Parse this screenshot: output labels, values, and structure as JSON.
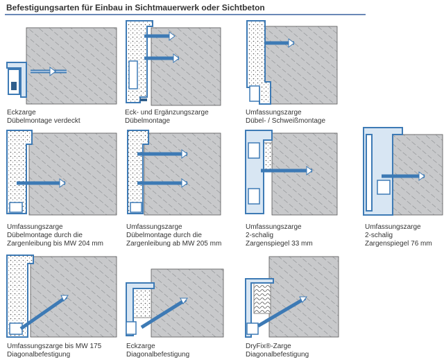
{
  "title": "Befestigungsarten für Einbau in Sichtmauerwerk oder Sichtbeton",
  "colors": {
    "accent": "#6a88b6",
    "frame_blue": "#3d7ab5",
    "frame_fill": "#d8e6f3",
    "wall_fill": "#c8c9cb",
    "hatch": "#8a8c8f"
  },
  "figures": [
    {
      "id": "eckzarge-duebel",
      "lines": [
        "Eckzarge",
        "Dübelmontage verdeckt"
      ]
    },
    {
      "id": "eck-ergaenzung",
      "lines": [
        "Eck- und Ergänzungszarge",
        "Dübelmontage"
      ]
    },
    {
      "id": "umfassung-schweiss",
      "lines": [
        "Umfassungszarge",
        "Dübel- / Schweißmontage"
      ]
    },
    {
      "id": "umfassung-204",
      "lines": [
        "Umfassungszarge",
        "Dübelmontage durch die",
        "Zargenleibung bis MW 204 mm"
      ]
    },
    {
      "id": "umfassung-205",
      "lines": [
        "Umfassungszarge",
        "Dübelmontage durch die",
        "Zargenleibung ab MW 205 mm"
      ]
    },
    {
      "id": "zweischalig-33",
      "lines": [
        "Umfassungszarge",
        "2-schalig",
        "Zargenspiegel 33 mm"
      ]
    },
    {
      "id": "zweischalig-76",
      "lines": [
        "Umfassungszarge",
        "2-schalig",
        "Zargenspiegel 76 mm"
      ]
    },
    {
      "id": "umfassung-175-diag",
      "lines": [
        "Umfassungszarge bis MW 175",
        "Diagonalbefestigung"
      ]
    },
    {
      "id": "eckzarge-diag",
      "lines": [
        "Eckzarge",
        "Diagonalbefestigung"
      ]
    },
    {
      "id": "dryfix-diag",
      "lines": [
        "DryFix®-Zarge",
        "Diagonalbefestigung"
      ]
    }
  ]
}
